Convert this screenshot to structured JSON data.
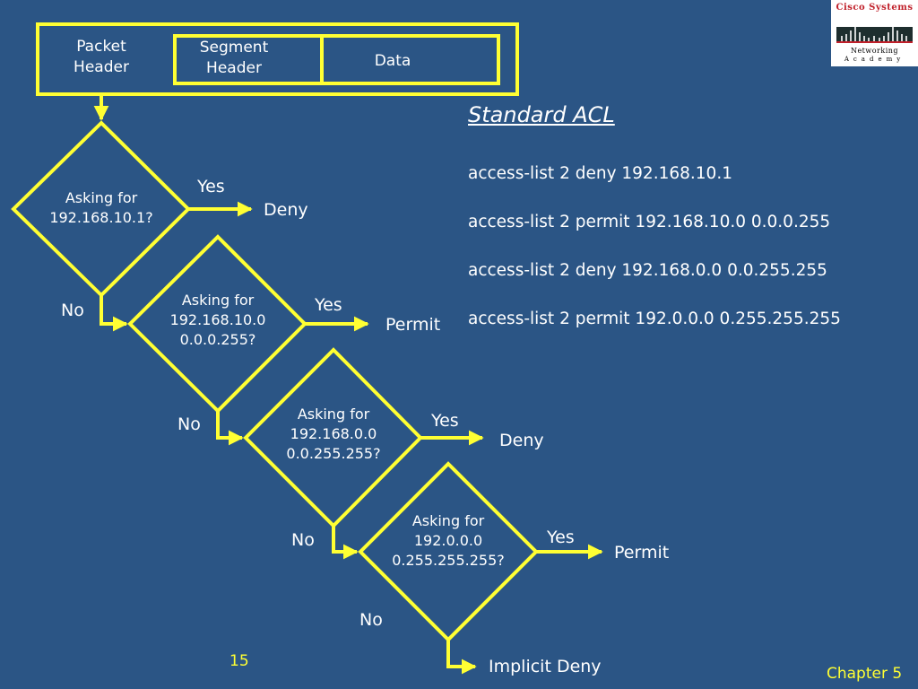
{
  "colors": {
    "background": "#2B5585",
    "line": "#FFFF33",
    "text": "#FFFFFF",
    "logo_brand": "#C0202A"
  },
  "packet": {
    "packet_header": [
      "Packet",
      "Header"
    ],
    "segment_header": [
      "Segment",
      "Header"
    ],
    "data": "Data"
  },
  "decisions": [
    {
      "question": [
        "Asking for",
        "192.168.10.1?"
      ],
      "yes": "Yes",
      "no": "No",
      "outcome": "Deny"
    },
    {
      "question": [
        "Asking for",
        "192.168.10.0",
        "0.0.0.255?"
      ],
      "yes": "Yes",
      "no": "No",
      "outcome": "Permit"
    },
    {
      "question": [
        "Asking for",
        "192.168.0.0",
        "0.0.255.255?"
      ],
      "yes": "Yes",
      "no": "No",
      "outcome": "Deny"
    },
    {
      "question": [
        "Asking for",
        "192.0.0.0",
        "0.255.255.255?"
      ],
      "yes": "Yes",
      "no": "No",
      "outcome": "Permit"
    }
  ],
  "final_outcome": "Implicit Deny",
  "acl": {
    "title": "Standard ACL",
    "lines": [
      "access-list 2 deny 192.168.10.1",
      "access-list 2 permit 192.168.10.0 0.0.0.255",
      "access-list 2 deny 192.168.0.0 0.0.255.255",
      "access-list 2 permit 192.0.0.0 0.255.255.255"
    ]
  },
  "footer": {
    "page_number": "15",
    "chapter": "Chapter 5"
  },
  "logo": {
    "brand": "Cisco Systems",
    "line1": "Networking",
    "line2": "Academy"
  }
}
